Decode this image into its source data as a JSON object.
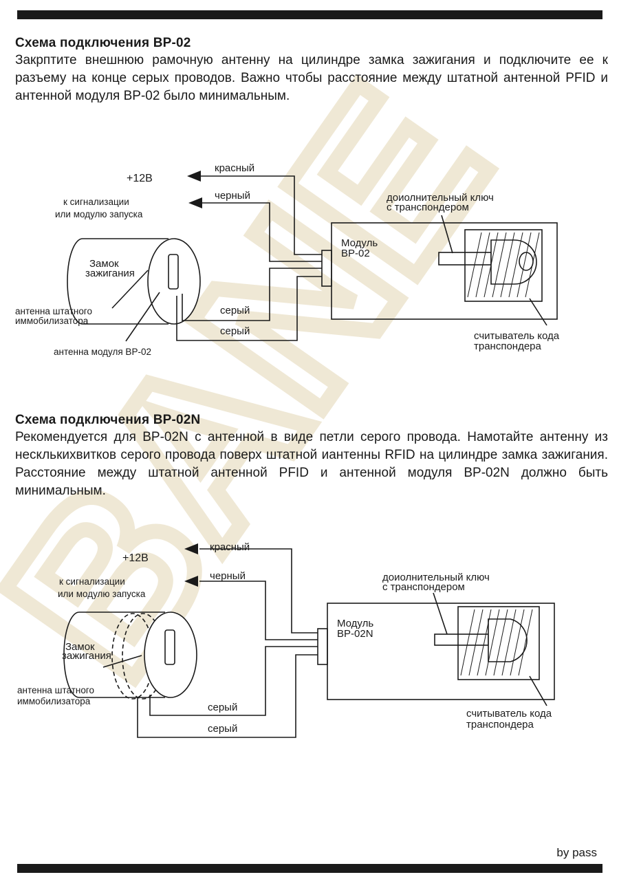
{
  "watermark": "BANE",
  "section1": {
    "title": "Схема подключения BP-02",
    "body": "Закрптите внешнюю рамочную антенну на цилиндре замка зажигания и подключите ее к разъему на конце серых проводов. Важно чтобы расстояние между штатной антенной PFID и антенной модуля BP-02 было минимальным."
  },
  "diagram1": {
    "plus12": "+12В",
    "alarm_line1": "к сигнализации",
    "alarm_line2": "или модулю запуска",
    "wire_red": "красный",
    "wire_black": "черный",
    "wire_gray1": "серый",
    "wire_gray2": "серый",
    "lock_line1": "Замок",
    "lock_line2": "зажигания",
    "stock_antenna_line1": "антенна штатного",
    "stock_antenna_line2": "иммобилизатора",
    "module_antenna": "антенна модуля BP-02",
    "module_line1": "Модуль",
    "module_line2": "BP-02",
    "key_line1": "доиолнительный ключ",
    "key_line2": "с транспондером",
    "reader_line1": "считыватель кода",
    "reader_line2": "транспондера"
  },
  "section2": {
    "title": "Схема подключения BP-02N",
    "body": "Рекомендуется для BP-02N с антенной в виде петли серого провода. Намотайте антенну из несклькихвитков серого провода поверх штатной иантенны RFID на цилиндре замка зажигания. Расстояние между штатной антенной PFID и антенной модуля BP-02N должно быть минимальным."
  },
  "diagram2": {
    "plus12": "+12В",
    "alarm_line1": "к сигнализации",
    "alarm_line2": "или модулю запуска",
    "wire_red": "красный",
    "wire_black": "черный",
    "wire_gray1": "серый",
    "wire_gray2": "серый",
    "lock_line1": "Замок",
    "lock_line2": "зажигания",
    "stock_antenna_line1": "антенна штатного",
    "stock_antenna_line2": "иммобилизатора",
    "module_line1": "Модуль",
    "module_line2": "BP-02N",
    "key_line1": "доиолнительный ключ",
    "key_line2": "с транспондером",
    "reader_line1": "считыватель кода",
    "reader_line2": "транспондера"
  },
  "footer": "by pass",
  "colors": {
    "ink": "#1a1a1a",
    "watermark": "#e6dcc0"
  }
}
